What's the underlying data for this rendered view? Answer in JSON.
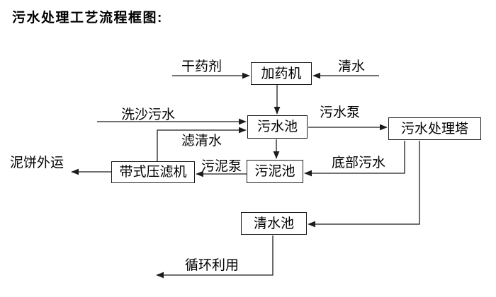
{
  "page": {
    "title": "污水处理工艺流程框图:"
  },
  "diagram": {
    "type": "flowchart",
    "colors": {
      "background": "#ffffff",
      "line": "#1c1c1c",
      "box_border": "#1c1c1c",
      "text": "#000000"
    },
    "nodes": [
      {
        "id": "dosing-machine",
        "label": "加药机"
      },
      {
        "id": "sewage-pool",
        "label": "污水池"
      },
      {
        "id": "sewage-treatment-tower",
        "label": "污水处理塔"
      },
      {
        "id": "sludge-pool",
        "label": "污泥池"
      },
      {
        "id": "belt-filter-press",
        "label": "带式压滤机"
      },
      {
        "id": "clean-water-pool",
        "label": "清水池"
      }
    ],
    "flows": [
      {
        "id": "dry-agent",
        "label": "干药剂",
        "from": "external",
        "to": "dosing-machine"
      },
      {
        "id": "clean-water-in",
        "label": "清水",
        "from": "external",
        "to": "dosing-machine"
      },
      {
        "id": "sand-washing-sewage",
        "label": "洗沙污水",
        "from": "external",
        "to": "sewage-pool"
      },
      {
        "id": "sewage-pump",
        "label": "污水泵",
        "from": "sewage-pool",
        "to": "sewage-treatment-tower"
      },
      {
        "id": "filtered-clean-water",
        "label": "滤清水",
        "from": "belt-filter-press",
        "to": "sewage-pool"
      },
      {
        "id": "mud-cake-out",
        "label": "泥饼外运",
        "from": "belt-filter-press",
        "to": "external"
      },
      {
        "id": "sludge-pump",
        "label": "污泥泵",
        "from": "sludge-pool",
        "to": "belt-filter-press"
      },
      {
        "id": "bottom-sewage",
        "label": "底部污水",
        "from": "sewage-treatment-tower",
        "to": "sludge-pool"
      },
      {
        "id": "recycle-use",
        "label": "循环利用",
        "from": "clean-water-pool",
        "to": "external"
      }
    ],
    "unlabeled_flows": [
      {
        "from": "dosing-machine",
        "to": "sewage-pool"
      },
      {
        "from": "sewage-pool",
        "to": "sludge-pool"
      },
      {
        "from": "sewage-treatment-tower",
        "to": "clean-water-pool"
      }
    ]
  }
}
